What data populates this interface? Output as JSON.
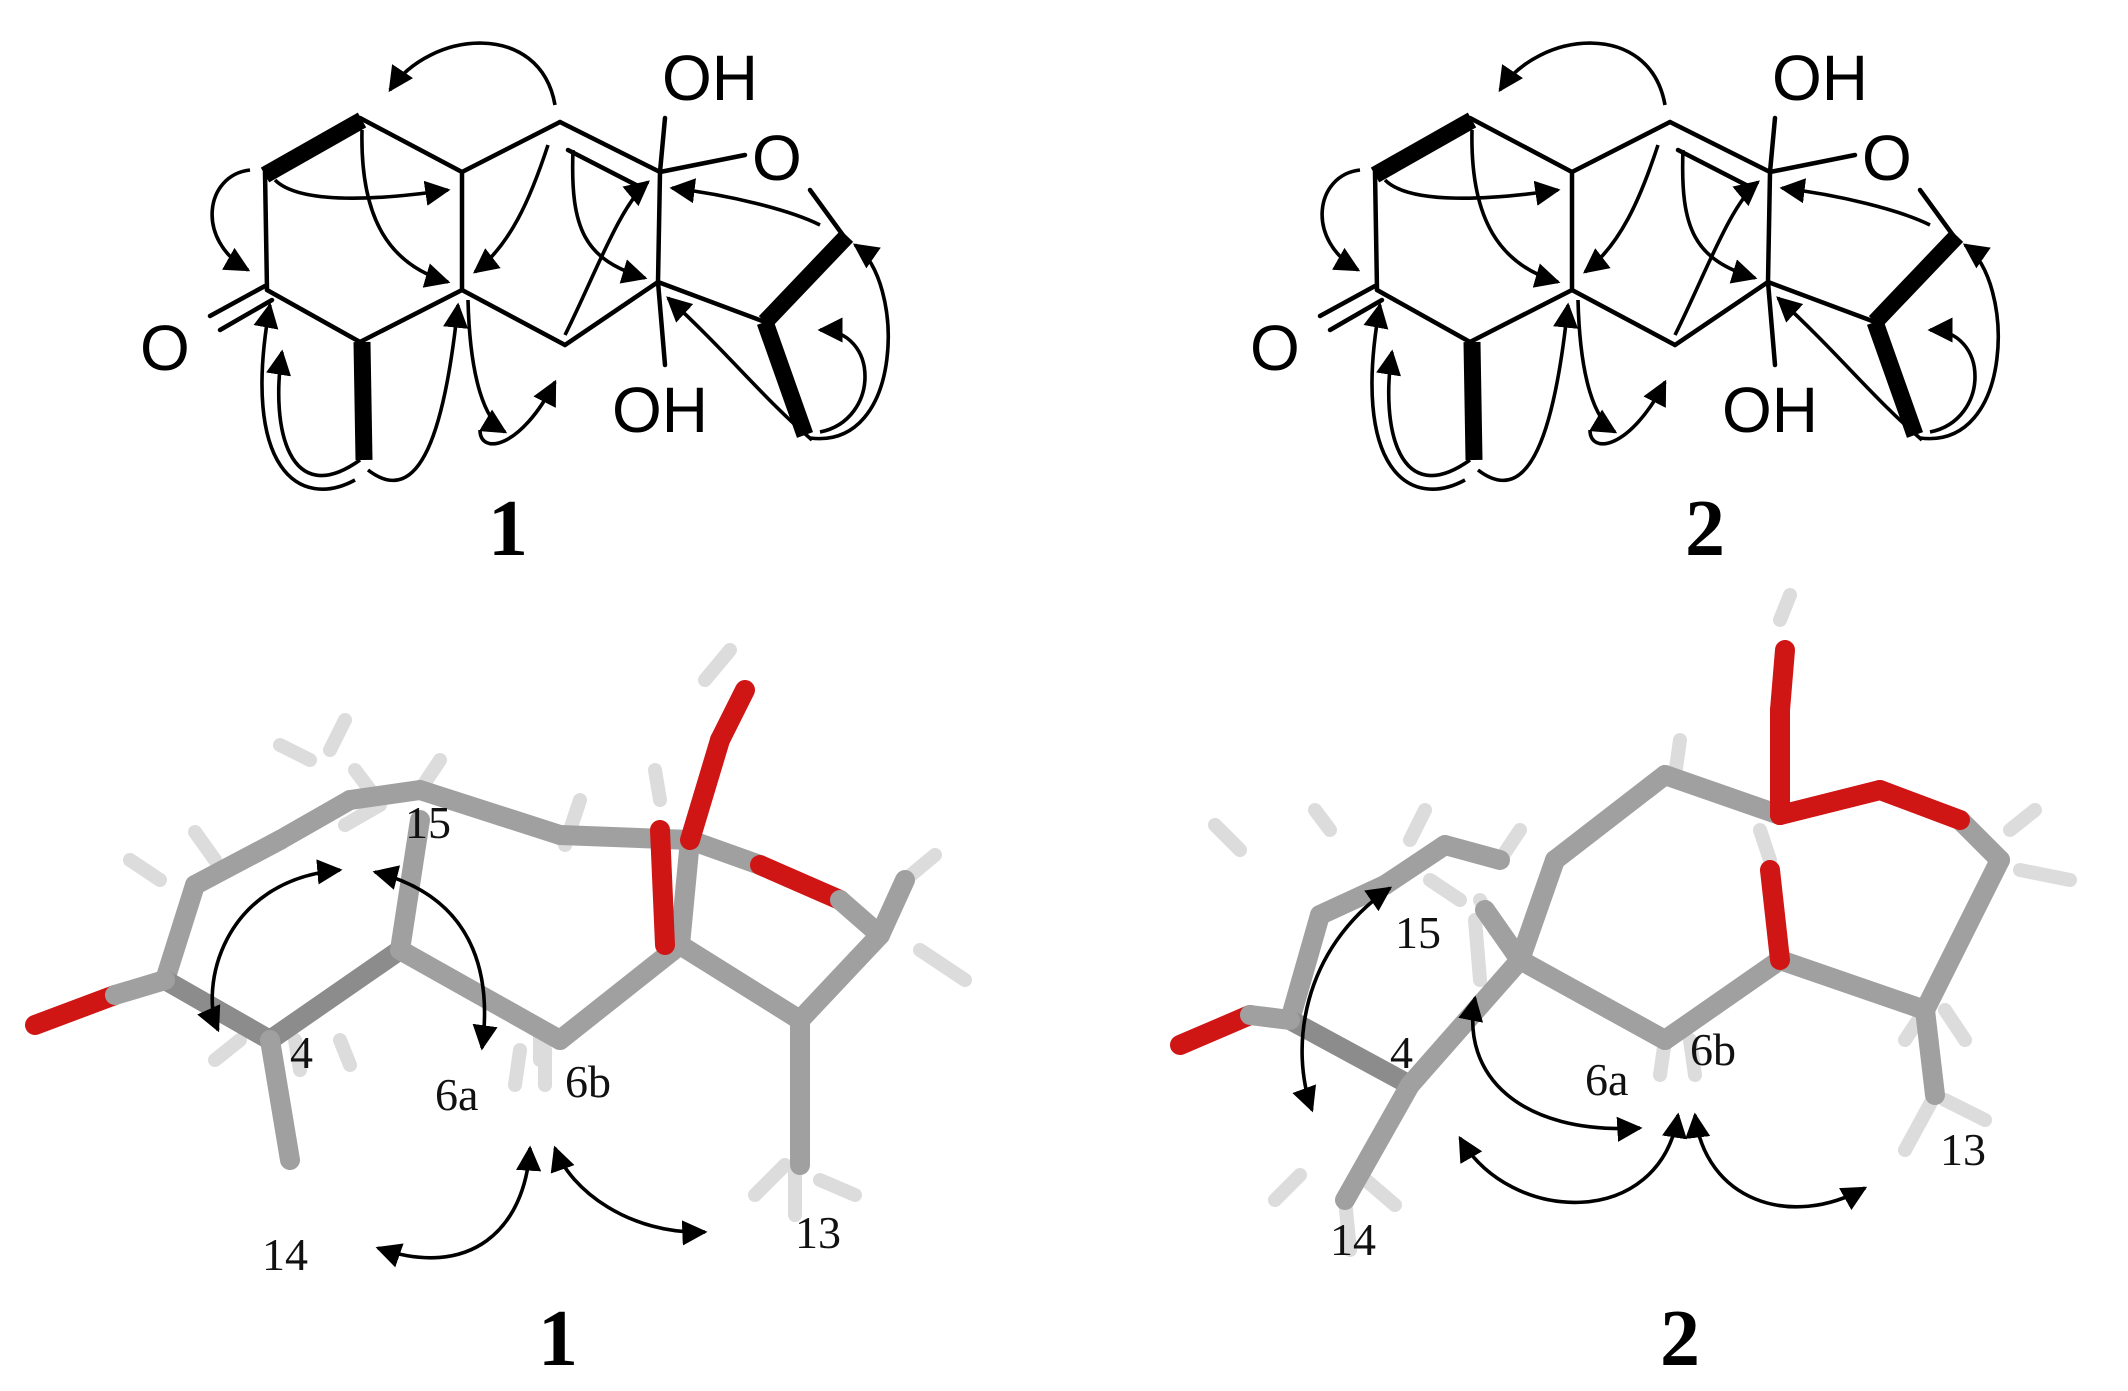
{
  "structures": [
    {
      "compound_label": "1",
      "atoms": {
        "oh_top": "OH",
        "o_ring": "O",
        "o_ketone": "O",
        "oh_bottom": "OH"
      }
    },
    {
      "compound_label": "2",
      "atoms": {
        "oh_top": "OH",
        "o_ring": "O",
        "o_ketone": "O",
        "oh_bottom": "OH"
      }
    }
  ],
  "models": [
    {
      "compound_label": "1",
      "proton_labels": {
        "h15": "15",
        "h4": "4",
        "h6a": "6a",
        "h6b": "6b",
        "h14": "14",
        "h13": "13"
      }
    },
    {
      "compound_label": "2",
      "proton_labels": {
        "h15": "15",
        "h4": "4",
        "h6a": "6a",
        "h6b": "6b",
        "h14": "14",
        "h13": "13"
      }
    }
  ],
  "colors": {
    "carbon": "#a0a0a0",
    "hydrogen": "#dcdcdc",
    "oxygen": "#d01515",
    "line": "#000000"
  }
}
